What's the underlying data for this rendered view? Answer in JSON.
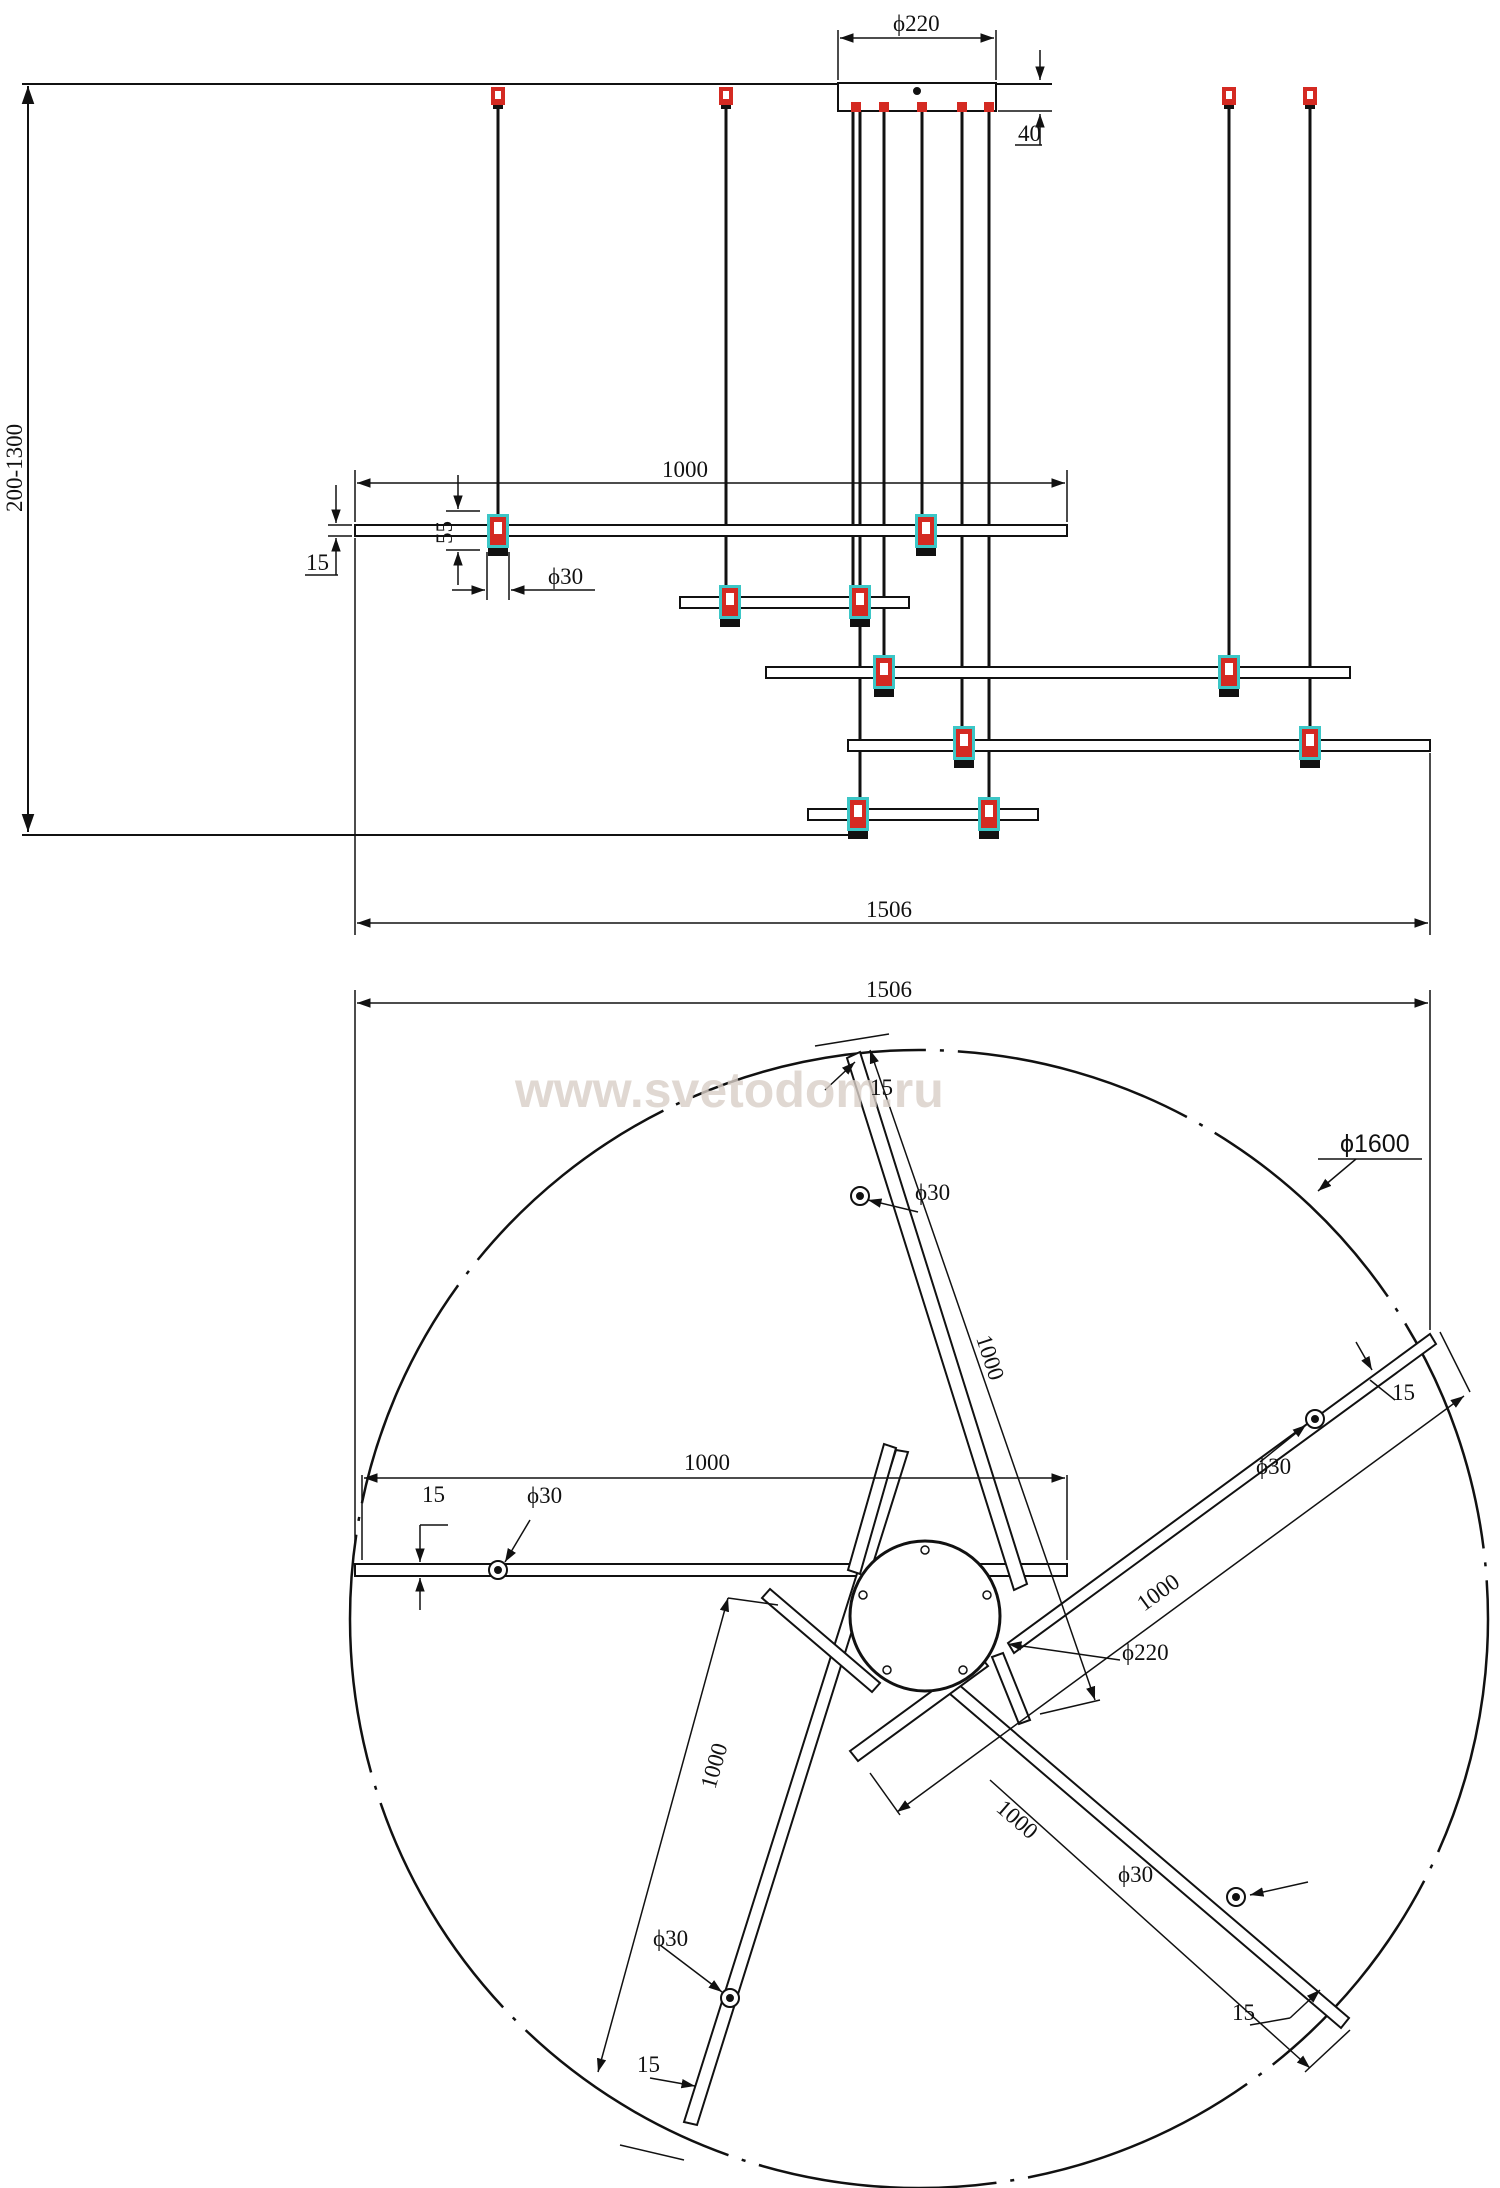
{
  "side_view": {
    "canopy_diameter": "ϕ220",
    "canopy_height": "40",
    "height_range": "200-1300",
    "bar_length": "1000",
    "bar_height_label": "55",
    "bar_thickness": "15",
    "lamp_diameter": "ϕ30",
    "overall_width": "1506"
  },
  "plan_view": {
    "overall_width": "1506",
    "circle_diameter": "ϕ1600",
    "canopy_diameter": "ϕ220",
    "arm_length": "1000",
    "arm_width": "15",
    "lamp_diameter": "ϕ30"
  },
  "watermark": "www.svetodom.ru",
  "colors": {
    "line": "#111111",
    "socket_red": "#d42a22",
    "socket_cyan": "#3cc6c6"
  }
}
